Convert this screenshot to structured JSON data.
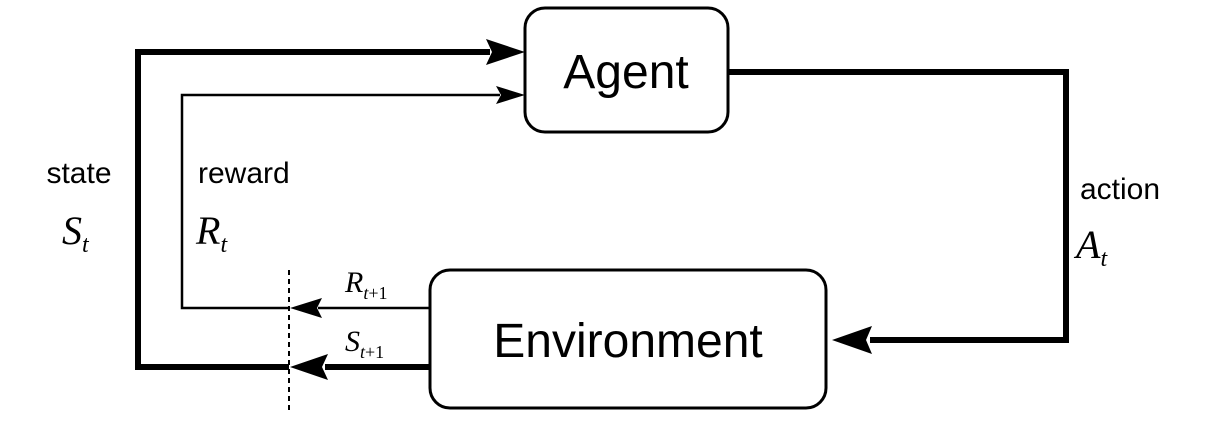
{
  "nodes": {
    "agent": {
      "label": "Agent"
    },
    "environment": {
      "label": "Environment"
    }
  },
  "edges": {
    "state": {
      "word": "state",
      "symbol": "S",
      "subscript": "t"
    },
    "reward": {
      "word": "reward",
      "symbol": "R",
      "subscript": "t"
    },
    "action": {
      "word": "action",
      "symbol": "A",
      "subscript": "t"
    },
    "next_reward": {
      "symbol": "R",
      "subscript_var": "t",
      "subscript_rest": "+1"
    },
    "next_state": {
      "symbol": "S",
      "subscript_var": "t",
      "subscript_rest": "+1"
    }
  }
}
